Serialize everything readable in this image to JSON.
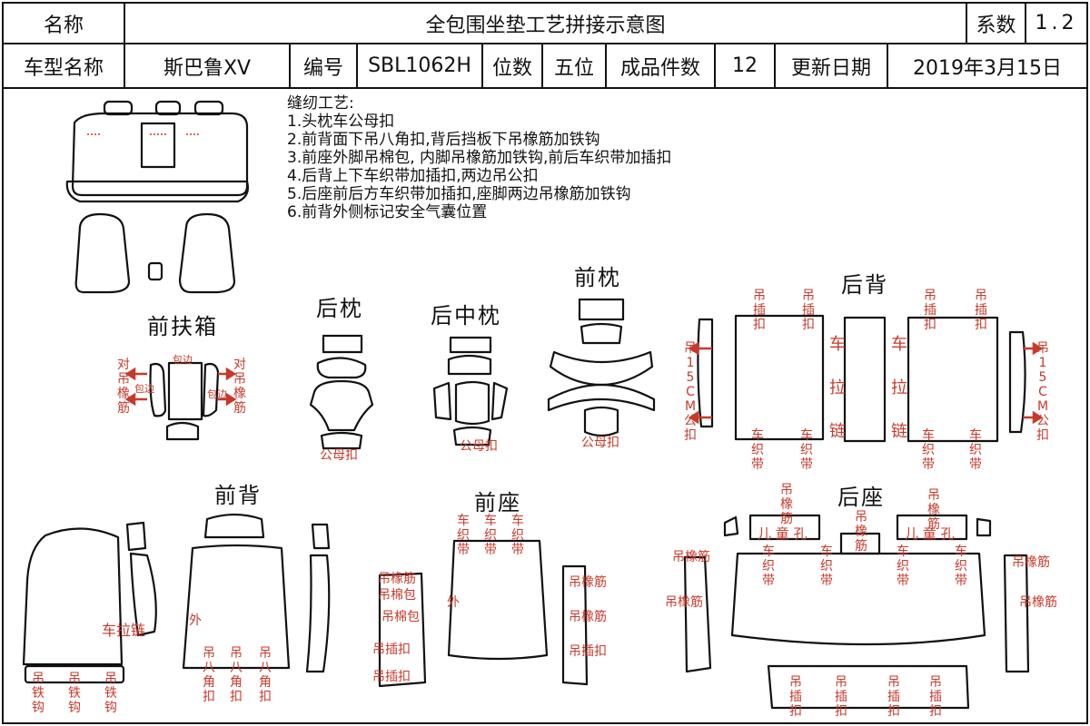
{
  "header": {
    "name_label": "名称",
    "name_value": "全包围坐垫工艺拼接示意图",
    "factor_label": "系数",
    "factor_value": "1.2",
    "model_label": "车型名称",
    "model_value": "斯巴鲁XV",
    "code_label": "编号",
    "code_value": "SBL1062H",
    "seats_label": "位数",
    "seats_value": "五位",
    "pieces_label": "成品件数",
    "pieces_value": "12",
    "date_label": "更新日期",
    "date_value": "2019年3月15日"
  },
  "process": {
    "heading": "缝纫工艺:",
    "steps": [
      "1.头枕车公母扣",
      "2.前背面下吊八角扣,背后挡板下吊橡筋加铁钩",
      "3.前座外脚吊棉包, 内脚吊橡筋加铁钩,前后车织带加插扣",
      "4.后背上下车织带加插扣,两边吊公扣",
      "5.后座前后方车织带加插扣,座脚两边吊橡筋加铁钩",
      "6.前背外侧标记安全气囊位置"
    ]
  },
  "sections": {
    "front_armrest": "前扶箱",
    "rear_headrest": "后枕",
    "rear_center_headrest": "后中枕",
    "front_headrest": "前枕",
    "rear_back": "后背",
    "front_back": "前背",
    "front_seat": "前座",
    "rear_seat": "后座"
  },
  "notes": {
    "hook_elastic_left": "对吊橡筋",
    "hook_elastic_right": "对吊橡筋",
    "hem": "包边",
    "hem2": "包边",
    "hem3": "包边",
    "male_female": "公母扣",
    "hang_buckle": "吊插扣",
    "hang_15cm": "吊15CM公扣",
    "car_pull_chain": "车拉链",
    "car_webbing": "车织带",
    "hang_iron_hook": "吊铁钩",
    "hang_octagon": "吊八角扣",
    "outside": "外",
    "hang_elastic": "吊橡筋",
    "hang_cotton": "吊棉包",
    "hang_insert": "吊插扣",
    "child_hole": "儿 童 孔",
    "pull_chain_mark": "车拉链"
  },
  "colors": {
    "ink": "#111111",
    "annotation": "#c8392a"
  }
}
